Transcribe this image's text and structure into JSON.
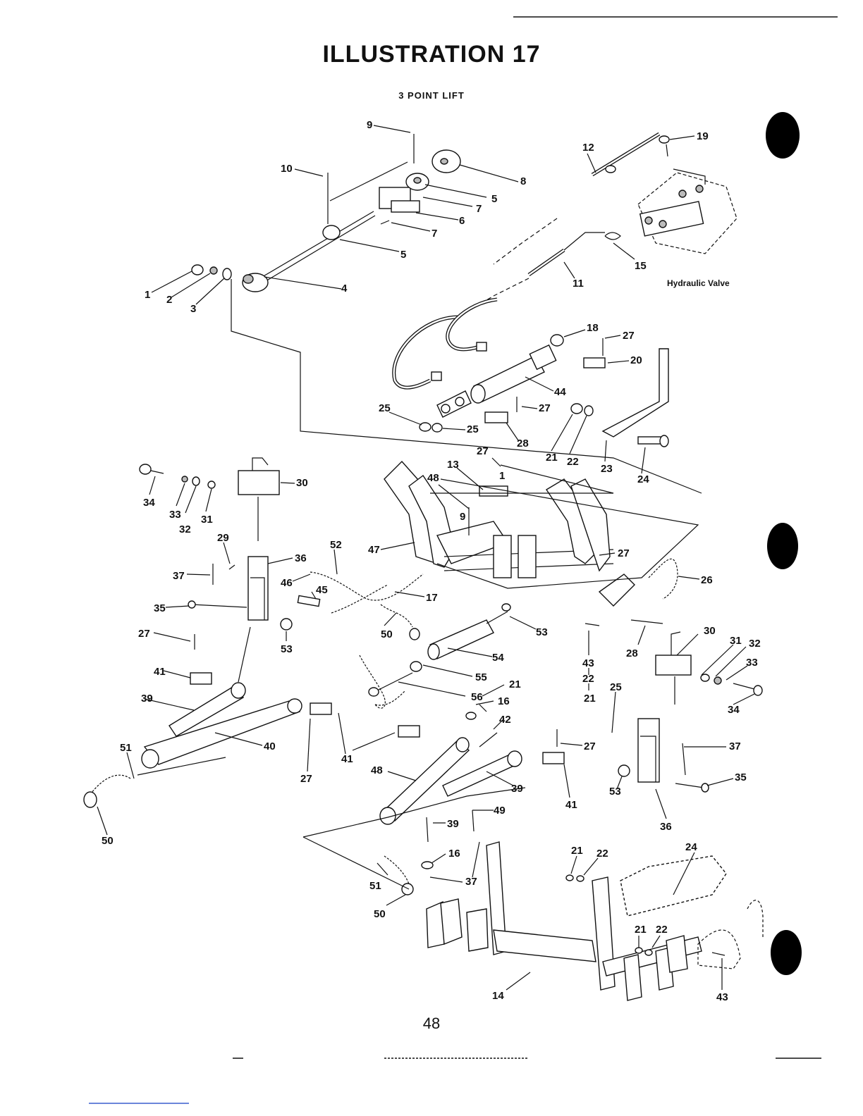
{
  "header": {
    "title": "ILLUSTRATION 17",
    "subtitle": "3 POINT LIFT"
  },
  "annotations": {
    "hydraulic_valve": "Hydraulic Valve"
  },
  "footer": {
    "page_number": "48"
  },
  "callouts": [
    "9",
    "10",
    "8",
    "5",
    "7",
    "6",
    "7",
    "5",
    "1",
    "2",
    "3",
    "4",
    "12",
    "19",
    "15",
    "11",
    "18",
    "27",
    "20",
    "44",
    "27",
    "25",
    "25",
    "28",
    "21",
    "22",
    "23",
    "24",
    "27",
    "13",
    "1",
    "30",
    "34",
    "33",
    "32",
    "31",
    "48",
    "9",
    "29",
    "52",
    "47",
    "36",
    "37",
    "46",
    "45",
    "17",
    "27",
    "26",
    "35",
    "53",
    "50",
    "53",
    "30",
    "31",
    "32",
    "28",
    "33",
    "43",
    "22",
    "21",
    "34",
    "27",
    "41",
    "54",
    "55",
    "56",
    "21",
    "16",
    "39",
    "25",
    "40",
    "42",
    "51",
    "27",
    "41",
    "48",
    "27",
    "37",
    "39",
    "41",
    "35",
    "53",
    "50",
    "36",
    "49",
    "39",
    "16",
    "21",
    "22",
    "24",
    "51",
    "37",
    "50",
    "21",
    "22",
    "14",
    "43"
  ]
}
